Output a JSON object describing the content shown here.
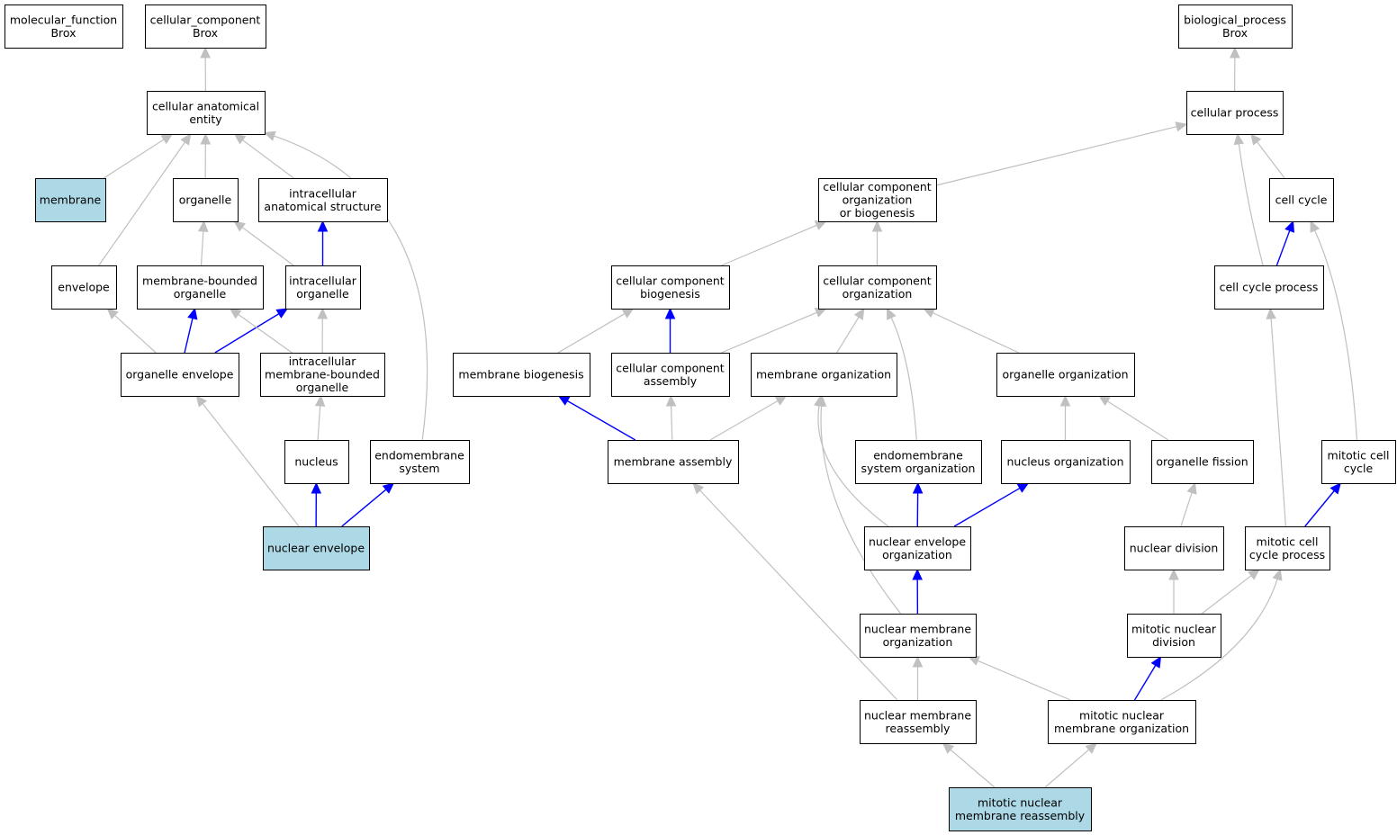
{
  "colors": {
    "node_fill": "#ffffff",
    "highlight_fill": "#add8e6",
    "edge_gray": "#c0c0c0",
    "edge_blue": "#0000ff",
    "border": "#000000"
  },
  "nodes": [
    {
      "id": "mf_root",
      "lines": [
        "molecular_function",
        "Brox"
      ]
    },
    {
      "id": "cc_root",
      "lines": [
        "cellular_component",
        "Brox"
      ]
    },
    {
      "id": "bp_root",
      "lines": [
        "biological_process",
        "Brox"
      ]
    },
    {
      "id": "cellular_anatomical_entity",
      "lines": [
        "cellular anatomical",
        "entity"
      ]
    },
    {
      "id": "cellular_process",
      "lines": [
        "cellular process"
      ]
    },
    {
      "id": "membrane",
      "lines": [
        "membrane"
      ],
      "highlight": true
    },
    {
      "id": "organelle",
      "lines": [
        "organelle"
      ]
    },
    {
      "id": "intracellular_anatomical_structure",
      "lines": [
        "intracellular",
        "anatomical structure"
      ]
    },
    {
      "id": "cc_org_or_bio",
      "lines": [
        "cellular component",
        "organization",
        "or biogenesis"
      ]
    },
    {
      "id": "cell_cycle",
      "lines": [
        "cell cycle"
      ]
    },
    {
      "id": "envelope",
      "lines": [
        "envelope"
      ]
    },
    {
      "id": "membrane_bounded_organelle",
      "lines": [
        "membrane-bounded",
        "organelle"
      ]
    },
    {
      "id": "intracellular_organelle",
      "lines": [
        "intracellular",
        "organelle"
      ]
    },
    {
      "id": "cc_biogenesis",
      "lines": [
        "cellular component",
        "biogenesis"
      ]
    },
    {
      "id": "cc_organization",
      "lines": [
        "cellular component",
        "organization"
      ]
    },
    {
      "id": "cell_cycle_process",
      "lines": [
        "cell cycle process"
      ]
    },
    {
      "id": "organelle_envelope",
      "lines": [
        "organelle envelope"
      ]
    },
    {
      "id": "intracellular_mbo",
      "lines": [
        "intracellular",
        "membrane-bounded",
        "organelle"
      ]
    },
    {
      "id": "membrane_biogenesis",
      "lines": [
        "membrane biogenesis"
      ]
    },
    {
      "id": "cc_assembly",
      "lines": [
        "cellular component",
        "assembly"
      ]
    },
    {
      "id": "membrane_organization",
      "lines": [
        "membrane organization"
      ]
    },
    {
      "id": "organelle_organization",
      "lines": [
        "organelle organization"
      ]
    },
    {
      "id": "nucleus",
      "lines": [
        "nucleus"
      ]
    },
    {
      "id": "endomembrane_system",
      "lines": [
        "endomembrane",
        "system"
      ]
    },
    {
      "id": "membrane_assembly",
      "lines": [
        "membrane assembly"
      ]
    },
    {
      "id": "endomembrane_system_org",
      "lines": [
        "endomembrane",
        "system organization"
      ]
    },
    {
      "id": "nucleus_organization",
      "lines": [
        "nucleus organization"
      ]
    },
    {
      "id": "organelle_fission",
      "lines": [
        "organelle fission"
      ]
    },
    {
      "id": "mitotic_cell_cycle",
      "lines": [
        "mitotic cell",
        "cycle"
      ]
    },
    {
      "id": "nuclear_envelope",
      "lines": [
        "nuclear envelope"
      ],
      "highlight": true
    },
    {
      "id": "nuclear_envelope_org",
      "lines": [
        "nuclear envelope",
        "organization"
      ]
    },
    {
      "id": "nuclear_division",
      "lines": [
        "nuclear division"
      ]
    },
    {
      "id": "mitotic_cell_cycle_process",
      "lines": [
        "mitotic cell",
        "cycle process"
      ]
    },
    {
      "id": "nuclear_membrane_org",
      "lines": [
        "nuclear membrane",
        "organization"
      ]
    },
    {
      "id": "mitotic_nuclear_division",
      "lines": [
        "mitotic nuclear",
        "division"
      ]
    },
    {
      "id": "nuclear_membrane_reassembly",
      "lines": [
        "nuclear membrane",
        "reassembly"
      ]
    },
    {
      "id": "mitotic_nuclear_membrane_org",
      "lines": [
        "mitotic nuclear",
        "membrane organization"
      ]
    },
    {
      "id": "mitotic_nuclear_membrane_reassembly",
      "lines": [
        "mitotic nuclear",
        "membrane reassembly"
      ],
      "highlight": true
    }
  ],
  "edges": [
    {
      "from": "cellular_anatomical_entity",
      "to": "cc_root",
      "type": "gray"
    },
    {
      "from": "cellular_process",
      "to": "bp_root",
      "type": "gray"
    },
    {
      "from": "membrane",
      "to": "cellular_anatomical_entity",
      "type": "gray"
    },
    {
      "from": "organelle",
      "to": "cellular_anatomical_entity",
      "type": "gray"
    },
    {
      "from": "intracellular_anatomical_structure",
      "to": "cellular_anatomical_entity",
      "type": "gray"
    },
    {
      "from": "envelope",
      "to": "cellular_anatomical_entity",
      "type": "gray"
    },
    {
      "from": "endomembrane_system",
      "to": "cellular_anatomical_entity",
      "type": "gray"
    },
    {
      "from": "membrane_bounded_organelle",
      "to": "organelle",
      "type": "gray"
    },
    {
      "from": "intracellular_organelle",
      "to": "organelle",
      "type": "gray"
    },
    {
      "from": "intracellular_organelle",
      "to": "intracellular_anatomical_structure",
      "type": "blue"
    },
    {
      "from": "organelle_envelope",
      "to": "envelope",
      "type": "gray"
    },
    {
      "from": "organelle_envelope",
      "to": "membrane_bounded_organelle",
      "type": "blue"
    },
    {
      "from": "organelle_envelope",
      "to": "intracellular_organelle",
      "type": "blue"
    },
    {
      "from": "intracellular_mbo",
      "to": "membrane_bounded_organelle",
      "type": "gray"
    },
    {
      "from": "intracellular_mbo",
      "to": "intracellular_organelle",
      "type": "gray"
    },
    {
      "from": "nucleus",
      "to": "intracellular_mbo",
      "type": "gray"
    },
    {
      "from": "nuclear_envelope",
      "to": "organelle_envelope",
      "type": "gray"
    },
    {
      "from": "nuclear_envelope",
      "to": "nucleus",
      "type": "blue"
    },
    {
      "from": "nuclear_envelope",
      "to": "endomembrane_system",
      "type": "blue"
    },
    {
      "from": "cc_org_or_bio",
      "to": "cellular_process",
      "type": "gray"
    },
    {
      "from": "cell_cycle",
      "to": "cellular_process",
      "type": "gray"
    },
    {
      "from": "cell_cycle_process",
      "to": "cellular_process",
      "type": "gray"
    },
    {
      "from": "cell_cycle_process",
      "to": "cell_cycle",
      "type": "blue"
    },
    {
      "from": "mitotic_cell_cycle",
      "to": "cell_cycle",
      "type": "gray"
    },
    {
      "from": "cc_biogenesis",
      "to": "cc_org_or_bio",
      "type": "gray"
    },
    {
      "from": "cc_organization",
      "to": "cc_org_or_bio",
      "type": "gray"
    },
    {
      "from": "membrane_biogenesis",
      "to": "cc_biogenesis",
      "type": "gray"
    },
    {
      "from": "cc_assembly",
      "to": "cc_biogenesis",
      "type": "blue"
    },
    {
      "from": "cc_assembly",
      "to": "cc_organization",
      "type": "gray"
    },
    {
      "from": "membrane_organization",
      "to": "cc_organization",
      "type": "gray"
    },
    {
      "from": "organelle_organization",
      "to": "cc_organization",
      "type": "gray"
    },
    {
      "from": "endomembrane_system_org",
      "to": "cc_organization",
      "type": "gray"
    },
    {
      "from": "membrane_assembly",
      "to": "membrane_biogenesis",
      "type": "blue"
    },
    {
      "from": "membrane_assembly",
      "to": "cc_assembly",
      "type": "gray"
    },
    {
      "from": "membrane_assembly",
      "to": "membrane_organization",
      "type": "gray"
    },
    {
      "from": "nucleus_organization",
      "to": "organelle_organization",
      "type": "gray"
    },
    {
      "from": "organelle_fission",
      "to": "organelle_organization",
      "type": "gray"
    },
    {
      "from": "nuclear_envelope_org",
      "to": "membrane_organization",
      "type": "gray"
    },
    {
      "from": "nuclear_envelope_org",
      "to": "endomembrane_system_org",
      "type": "blue"
    },
    {
      "from": "nuclear_envelope_org",
      "to": "nucleus_organization",
      "type": "blue"
    },
    {
      "from": "nuclear_membrane_org",
      "to": "nuclear_envelope_org",
      "type": "blue"
    },
    {
      "from": "nuclear_membrane_org",
      "to": "membrane_organization",
      "type": "gray"
    },
    {
      "from": "nuclear_division",
      "to": "organelle_fission",
      "type": "gray"
    },
    {
      "from": "mitotic_nuclear_division",
      "to": "nuclear_division",
      "type": "gray"
    },
    {
      "from": "mitotic_nuclear_division",
      "to": "mitotic_cell_cycle_process",
      "type": "gray"
    },
    {
      "from": "mitotic_cell_cycle_process",
      "to": "cell_cycle_process",
      "type": "gray"
    },
    {
      "from": "mitotic_cell_cycle_process",
      "to": "mitotic_cell_cycle",
      "type": "blue"
    },
    {
      "from": "nuclear_membrane_reassembly",
      "to": "nuclear_membrane_org",
      "type": "gray"
    },
    {
      "from": "nuclear_membrane_reassembly",
      "to": "membrane_assembly",
      "type": "gray"
    },
    {
      "from": "mitotic_nuclear_membrane_org",
      "to": "nuclear_membrane_org",
      "type": "gray"
    },
    {
      "from": "mitotic_nuclear_membrane_org",
      "to": "mitotic_nuclear_division",
      "type": "blue"
    },
    {
      "from": "mitotic_nuclear_membrane_org",
      "to": "mitotic_cell_cycle_process",
      "type": "gray"
    },
    {
      "from": "mitotic_nuclear_membrane_reassembly",
      "to": "nuclear_membrane_reassembly",
      "type": "gray"
    },
    {
      "from": "mitotic_nuclear_membrane_reassembly",
      "to": "mitotic_nuclear_membrane_org",
      "type": "gray"
    }
  ]
}
